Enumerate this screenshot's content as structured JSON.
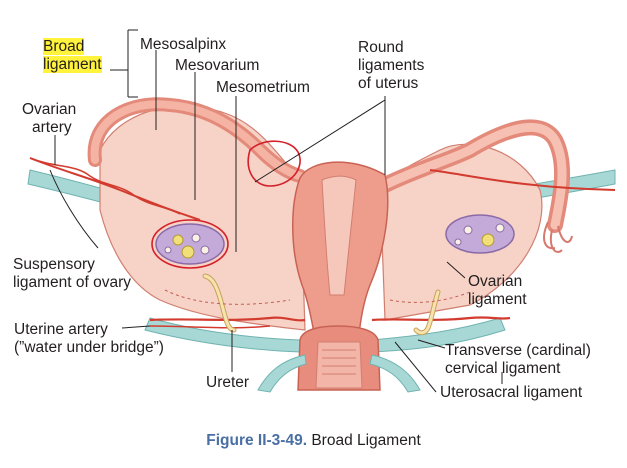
{
  "labels": {
    "broad_ligament": "Broad ligament",
    "broad_line1": "Broad",
    "broad_line2": "ligament",
    "mesosalpinx": "Mesosalpinx",
    "mesovarium": "Mesovarium",
    "mesometrium": "Mesometrium",
    "round_ligaments_line1": "Round",
    "round_ligaments_line2": "ligaments",
    "round_ligaments_line3": "of uterus",
    "ovarian_artery_line1": "Ovarian",
    "ovarian_artery_line2": "artery",
    "suspensory_line1": "Suspensory",
    "suspensory_line2": "ligament of ovary",
    "uterine_artery_line1": "Uterine artery",
    "uterine_artery_line2": "(”water under bridge”)",
    "ureter": "Ureter",
    "ovarian_ligament_line1": "Ovarian",
    "ovarian_ligament_line2": "ligament",
    "transverse_line1": "Transverse (cardinal)",
    "transverse_line2": "cervical ligament",
    "uterosacral": "Uterosacral ligament"
  },
  "caption": {
    "number": "Figure II-3-49.",
    "title": "Broad Ligament"
  },
  "colors": {
    "highlight": "#fff33b",
    "caption_number": "#4a6fa5",
    "annotation_red": "#d4202a",
    "tissue_pink": "#f3b8a6",
    "tissue_dark": "#e0857a",
    "ligament_teal": "#9fd2d0",
    "ovary_purple": "#b79ad0"
  }
}
